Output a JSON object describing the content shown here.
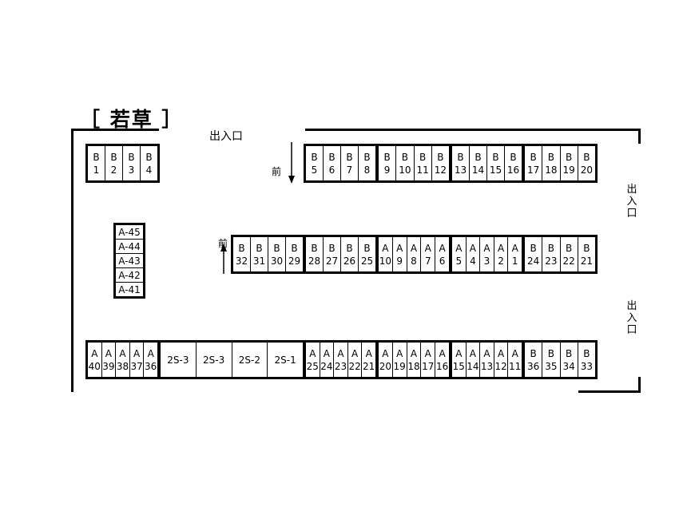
{
  "title": "［ 若草 ］",
  "entrance_label": "出入口",
  "front_label": "前",
  "right_entrance_1": [
    "出",
    "入",
    "口"
  ],
  "right_entrance_2": [
    "出",
    "入",
    "口"
  ],
  "groups": {
    "b1_4": [
      [
        "B",
        "1"
      ],
      [
        "B",
        "2"
      ],
      [
        "B",
        "3"
      ],
      [
        "B",
        "4"
      ]
    ],
    "top_row": [
      [
        [
          "B",
          "5"
        ],
        [
          "B",
          "6"
        ],
        [
          "B",
          "7"
        ],
        [
          "B",
          "8"
        ]
      ],
      [
        [
          "B",
          "9"
        ],
        [
          "B",
          "10"
        ],
        [
          "B",
          "11"
        ],
        [
          "B",
          "12"
        ]
      ],
      [
        [
          "B",
          "13"
        ],
        [
          "B",
          "14"
        ],
        [
          "B",
          "15"
        ],
        [
          "B",
          "16"
        ]
      ],
      [
        [
          "B",
          "17"
        ],
        [
          "B",
          "18"
        ],
        [
          "B",
          "19"
        ],
        [
          "B",
          "20"
        ]
      ]
    ],
    "a41_45": [
      "A-45",
      "A-44",
      "A-43",
      "A-42",
      "A-41"
    ],
    "middle_row": [
      [
        [
          "B",
          "32"
        ],
        [
          "B",
          "31"
        ],
        [
          "B",
          "30"
        ],
        [
          "B",
          "29"
        ]
      ],
      [
        [
          "B",
          "28"
        ],
        [
          "B",
          "27"
        ],
        [
          "B",
          "26"
        ],
        [
          "B",
          "25"
        ]
      ],
      [
        [
          "A",
          "10"
        ],
        [
          "A",
          "9"
        ],
        [
          "A",
          "8"
        ],
        [
          "A",
          "7"
        ],
        [
          "A",
          "6"
        ]
      ],
      [
        [
          "A",
          "5"
        ],
        [
          "A",
          "4"
        ],
        [
          "A",
          "3"
        ],
        [
          "A",
          "2"
        ],
        [
          "A",
          "1"
        ]
      ],
      [
        [
          "B",
          "24"
        ],
        [
          "B",
          "23"
        ],
        [
          "B",
          "22"
        ],
        [
          "B",
          "21"
        ]
      ]
    ],
    "bottom_a36_40": [
      [
        "A",
        "40"
      ],
      [
        "A",
        "39"
      ],
      [
        "A",
        "38"
      ],
      [
        "A",
        "37"
      ],
      [
        "A",
        "36"
      ]
    ],
    "bottom_2s": [
      "2S-3",
      "2S-3",
      "2S-2",
      "2S-1"
    ],
    "bottom_row": [
      [
        [
          "A",
          "25"
        ],
        [
          "A",
          "24"
        ],
        [
          "A",
          "23"
        ],
        [
          "A",
          "22"
        ],
        [
          "A",
          "21"
        ]
      ],
      [
        [
          "A",
          "20"
        ],
        [
          "A",
          "19"
        ],
        [
          "A",
          "18"
        ],
        [
          "A",
          "17"
        ],
        [
          "A",
          "16"
        ]
      ],
      [
        [
          "A",
          "15"
        ],
        [
          "A",
          "14"
        ],
        [
          "A",
          "13"
        ],
        [
          "A",
          "12"
        ],
        [
          "A",
          "11"
        ]
      ],
      [
        [
          "B",
          "36"
        ],
        [
          "B",
          "35"
        ],
        [
          "B",
          "34"
        ],
        [
          "B",
          "33"
        ]
      ]
    ]
  }
}
